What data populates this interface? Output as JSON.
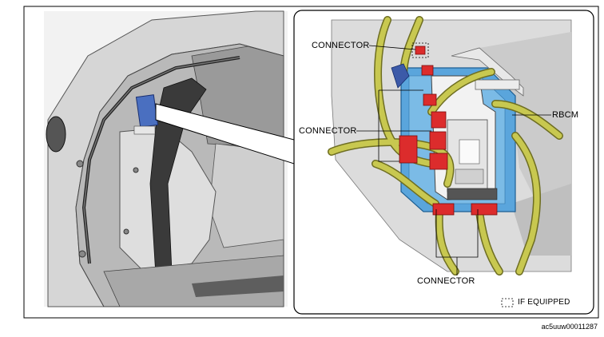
{
  "labels": {
    "connector_top": "CONNECTOR",
    "connector_mid": "CONNECTOR",
    "connector_bottom": "CONNECTOR",
    "rbcm": "RBCM",
    "legend": "IF EQUIPPED"
  },
  "figure_code": "ac5uuw00011287",
  "colors": {
    "harness": "#c8c850",
    "module": "#5aa5dc",
    "connector": "#dc2c2c",
    "bracket": "#3c5aa8",
    "body_panel": "#d8d8d8"
  }
}
